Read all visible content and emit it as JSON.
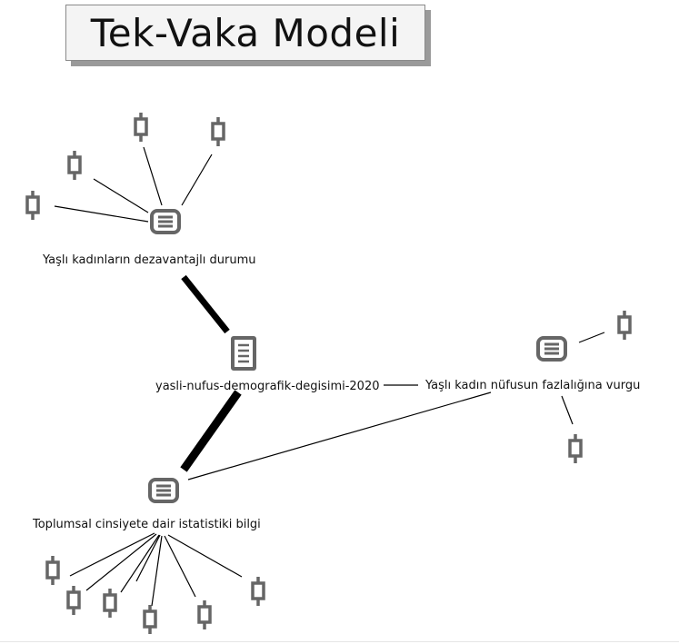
{
  "title": "Tek-Vaka Modeli",
  "colors": {
    "icon": "#666666",
    "line": "#000000",
    "title_bg": "#f4f4f4"
  },
  "nodes": {
    "document": {
      "label": "yasli-nufus-demografik-degisimi-2020",
      "icon": "document-icon"
    },
    "code_disadvantage": {
      "label": "Yaşlı kadınların dezavantajlı durumu",
      "icon": "code-icon"
    },
    "code_gender_stats": {
      "label": "Toplumsal cinsiyete dair istatistiki bilgi",
      "icon": "code-icon"
    },
    "code_emphasis": {
      "label": "Yaşlı kadın nüfusun fazlalığına vurgu",
      "icon": "code-icon"
    }
  },
  "segments": {
    "count_per_code": {
      "code_disadvantage": 4,
      "code_gender_stats": 7,
      "code_emphasis": 2
    },
    "icon": "segment-icon"
  }
}
